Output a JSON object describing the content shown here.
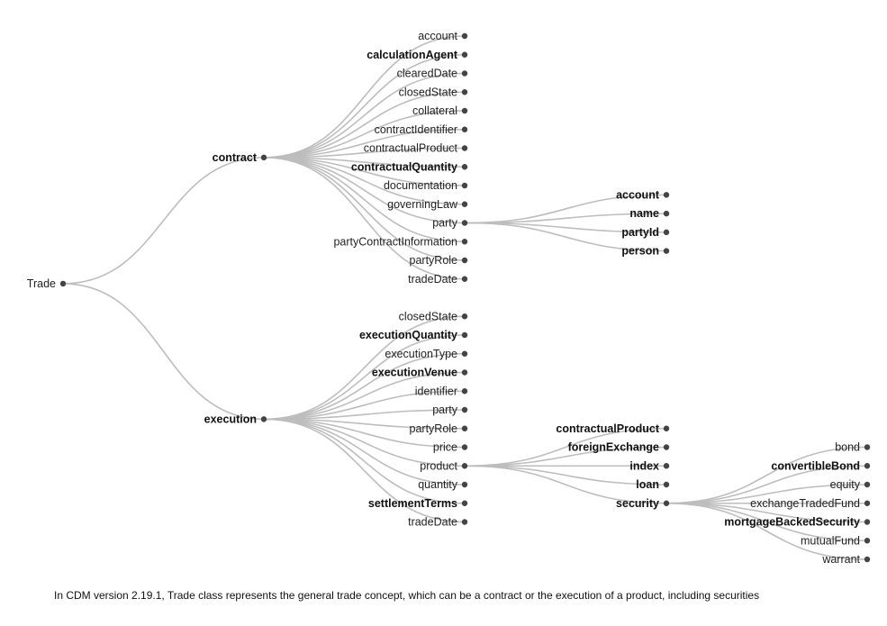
{
  "tree": {
    "label": "Trade",
    "children": [
      {
        "label": "contract",
        "bold": true,
        "children": [
          {
            "label": "account"
          },
          {
            "label": "calculationAgent",
            "bold": true
          },
          {
            "label": "clearedDate"
          },
          {
            "label": "closedState"
          },
          {
            "label": "collateral"
          },
          {
            "label": "contractIdentifier"
          },
          {
            "label": "contractualProduct"
          },
          {
            "label": "contractualQuantity",
            "bold": true
          },
          {
            "label": "documentation"
          },
          {
            "label": "governingLaw"
          },
          {
            "label": "party",
            "children": [
              {
                "label": "account",
                "bold": true
              },
              {
                "label": "name",
                "bold": true
              },
              {
                "label": "partyId",
                "bold": true
              },
              {
                "label": "person",
                "bold": true
              }
            ]
          },
          {
            "label": "partyContractInformation"
          },
          {
            "label": "partyRole"
          },
          {
            "label": "tradeDate"
          }
        ]
      },
      {
        "label": "execution",
        "bold": true,
        "children": [
          {
            "label": "closedState"
          },
          {
            "label": "executionQuantity",
            "bold": true
          },
          {
            "label": "executionType"
          },
          {
            "label": "executionVenue",
            "bold": true
          },
          {
            "label": "identifier"
          },
          {
            "label": "party"
          },
          {
            "label": "partyRole"
          },
          {
            "label": "price"
          },
          {
            "label": "product",
            "children": [
              {
                "label": "contractualProduct",
                "bold": true
              },
              {
                "label": "foreignExchange",
                "bold": true
              },
              {
                "label": "index",
                "bold": true
              },
              {
                "label": "loan",
                "bold": true
              },
              {
                "label": "security",
                "bold": true,
                "children": [
                  {
                    "label": "bond"
                  },
                  {
                    "label": "convertibleBond",
                    "bold": true
                  },
                  {
                    "label": "equity"
                  },
                  {
                    "label": "exchangeTradedFund"
                  },
                  {
                    "label": "mortgageBackedSecurity",
                    "bold": true
                  },
                  {
                    "label": "mutualFund"
                  },
                  {
                    "label": "warrant"
                  }
                ]
              }
            ]
          },
          {
            "label": "quantity"
          },
          {
            "label": "settlementTerms",
            "bold": true
          },
          {
            "label": "tradeDate"
          }
        ]
      }
    ]
  },
  "caption": "In CDM version 2.19.1, Trade class represents the general trade concept, which can be a contract or the execution of a product, including securities"
}
